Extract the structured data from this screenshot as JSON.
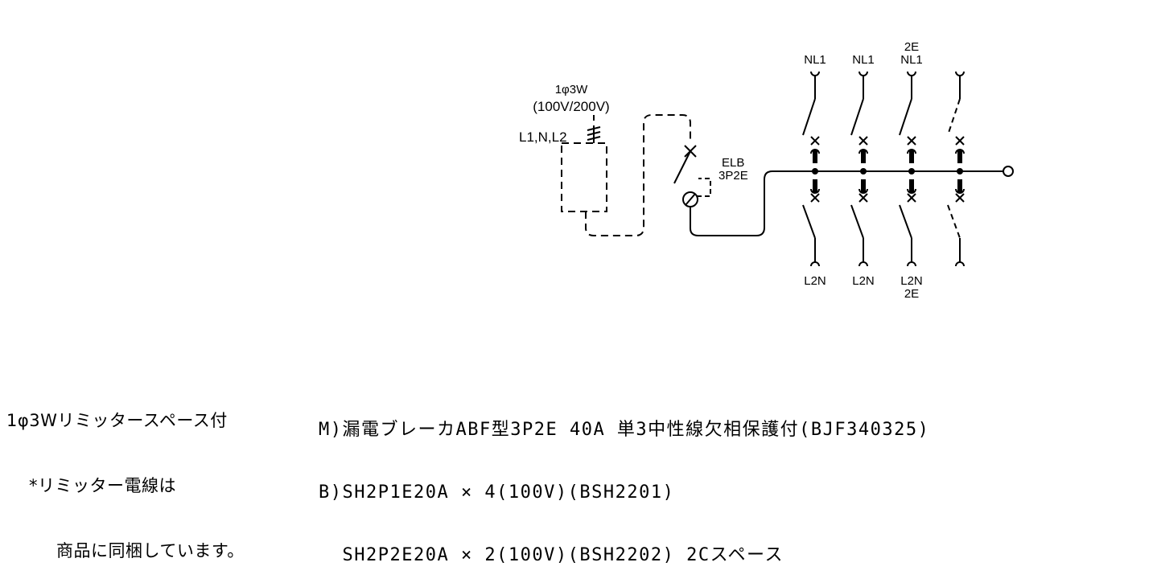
{
  "supply": {
    "system": "1φ3W",
    "voltage": "(100V/200V)",
    "lines": "L1,N,L2"
  },
  "main_breaker": {
    "type": "ELB",
    "poles": "3P2E"
  },
  "branches": [
    {
      "top": "NL1",
      "top_extra": "",
      "bottom": "L2N",
      "bottom_extra": "",
      "spare": false
    },
    {
      "top": "NL1",
      "top_extra": "",
      "bottom": "L2N",
      "bottom_extra": "",
      "spare": false
    },
    {
      "top": "NL1",
      "top_extra": "2E",
      "bottom": "L2N",
      "bottom_extra": "2E",
      "spare": false
    },
    {
      "top": "",
      "top_extra": "",
      "bottom": "",
      "bottom_extra": "",
      "spare": true
    }
  ],
  "notes": {
    "line1": "1φ3Wリミッタースペース付",
    "line2": "*リミッター電線は",
    "line3": "商品に同梱しています。"
  },
  "spec": {
    "line1": "M)漏電ブレーカABF型3P2E 40A 単3中性線欠相保護付(BJF340325)",
    "line2": "B)SH2P1E20A × 4(100V)(BSH2201)",
    "line3": "  SH2P2E20A × 2(100V)(BSH2202) 2Cスペース"
  }
}
